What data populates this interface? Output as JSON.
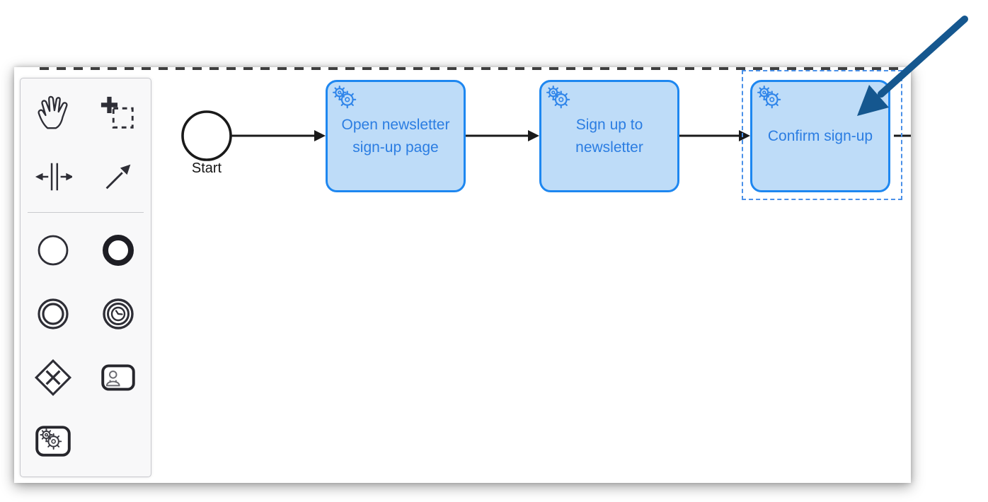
{
  "app": "bpmn-process-editor",
  "colors": {
    "task_fill": "#bedcf8",
    "task_stroke": "#1e87f0",
    "task_text": "#2b7de2",
    "selection_stroke": "#4a90e8",
    "flow_stroke": "#1a1a1a",
    "annotation_arrow": "#15578f"
  },
  "palette": {
    "tools": [
      "hand-tool",
      "lasso-tool",
      "space-tool",
      "global-connect-tool",
      "create-start-event",
      "create-end-event",
      "create-intermediate-event",
      "create-timer-event",
      "create-gateway",
      "create-user-task",
      "create-service-task"
    ]
  },
  "diagram": {
    "start_event": {
      "label": "Start"
    },
    "tasks": [
      {
        "label": "Open newsletter sign-up page",
        "type": "service-task",
        "selected": false
      },
      {
        "label": "Sign up to newsletter",
        "type": "service-task",
        "selected": false
      },
      {
        "label": "Confirm sign-up",
        "type": "service-task",
        "selected": true
      }
    ],
    "flows": [
      "start-to-task1",
      "task1-to-task2",
      "task2-to-task3",
      "task3-outgoing"
    ],
    "annotation": {
      "type": "arrow",
      "points_at": "Confirm sign-up"
    }
  }
}
